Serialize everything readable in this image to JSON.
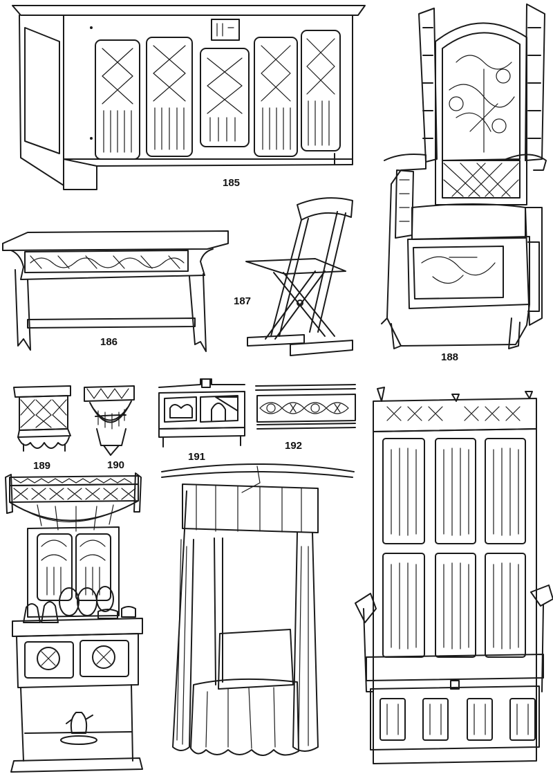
{
  "figures": [
    {
      "id": "fig-185",
      "number": "185"
    },
    {
      "id": "fig-186",
      "number": "186"
    },
    {
      "id": "fig-187",
      "number": "187"
    },
    {
      "id": "fig-188",
      "number": "188"
    },
    {
      "id": "fig-189",
      "number": "189"
    },
    {
      "id": "fig-190",
      "number": "190"
    },
    {
      "id": "fig-191",
      "number": "191"
    },
    {
      "id": "fig-192",
      "number": "192"
    }
  ]
}
